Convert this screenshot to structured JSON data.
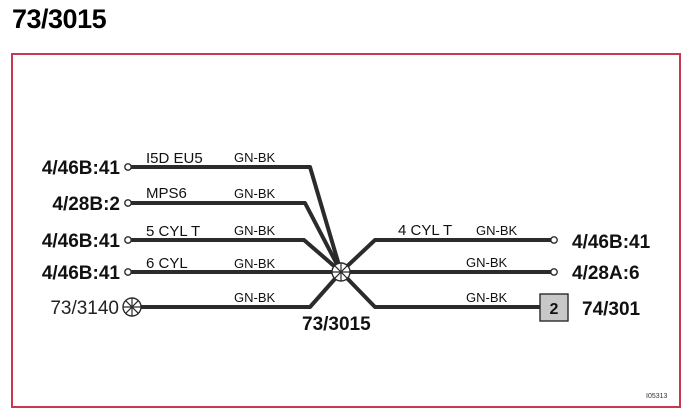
{
  "title": "73/3015",
  "frame_color": "#c8384f",
  "box_fill": "#c8c8c8",
  "splice_label": "73/3015",
  "left_connections": [
    {
      "ref": "4/46B:41",
      "variant": "I5D EU5",
      "wire_color": "GN-BK"
    },
    {
      "ref": "4/28B:2",
      "variant": "MPS6",
      "wire_color": "GN-BK"
    },
    {
      "ref": "4/46B:41",
      "variant": "5 CYL T",
      "wire_color": "GN-BK"
    },
    {
      "ref": "4/46B:41",
      "variant": "6 CYL",
      "wire_color": "GN-BK"
    },
    {
      "ref": "73/3140",
      "variant": "",
      "wire_color": "GN-BK"
    }
  ],
  "right_connections": [
    {
      "ref": "4/46B:41",
      "variant": "4 CYL T",
      "wire_color": "GN-BK"
    },
    {
      "ref": "4/28A:6",
      "variant": "",
      "wire_color": "GN-BK"
    },
    {
      "ref": "74/301",
      "variant": "",
      "wire_color": "GN-BK",
      "box_label": "2"
    }
  ],
  "figure_id": "I05313"
}
